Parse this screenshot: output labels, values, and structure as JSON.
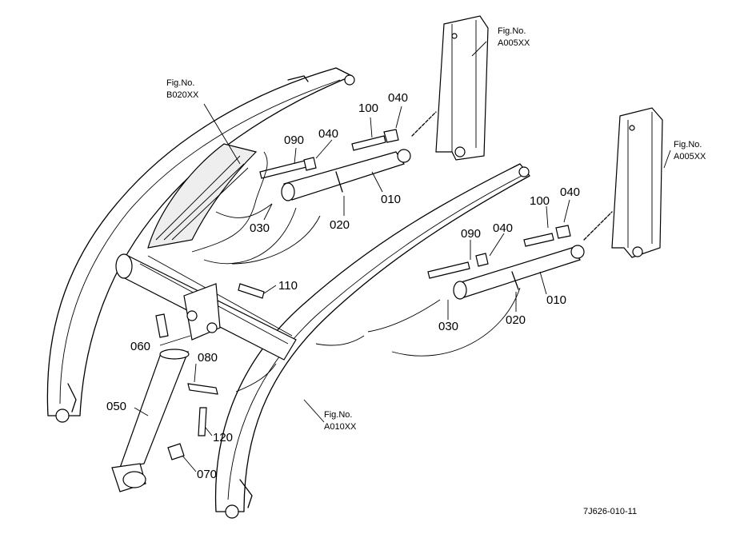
{
  "figure_refs": [
    {
      "line1": "Fig.No.",
      "line2": "B020XX"
    },
    {
      "line1": "Fig.No.",
      "line2": "A005XX"
    },
    {
      "line1": "Fig.No.",
      "line2": "A005XX"
    },
    {
      "line1": "Fig.No.",
      "line2": "A010XX"
    }
  ],
  "part_labels": [
    {
      "text": "100"
    },
    {
      "text": "040"
    },
    {
      "text": "090"
    },
    {
      "text": "040"
    },
    {
      "text": "010"
    },
    {
      "text": "030"
    },
    {
      "text": "020"
    },
    {
      "text": "100"
    },
    {
      "text": "040"
    },
    {
      "text": "090"
    },
    {
      "text": "040"
    },
    {
      "text": "010"
    },
    {
      "text": "030"
    },
    {
      "text": "020"
    },
    {
      "text": "110"
    },
    {
      "text": "060"
    },
    {
      "text": "080"
    },
    {
      "text": "050"
    },
    {
      "text": "120"
    },
    {
      "text": "070"
    }
  ],
  "drawing_code": "7J626-010-11"
}
